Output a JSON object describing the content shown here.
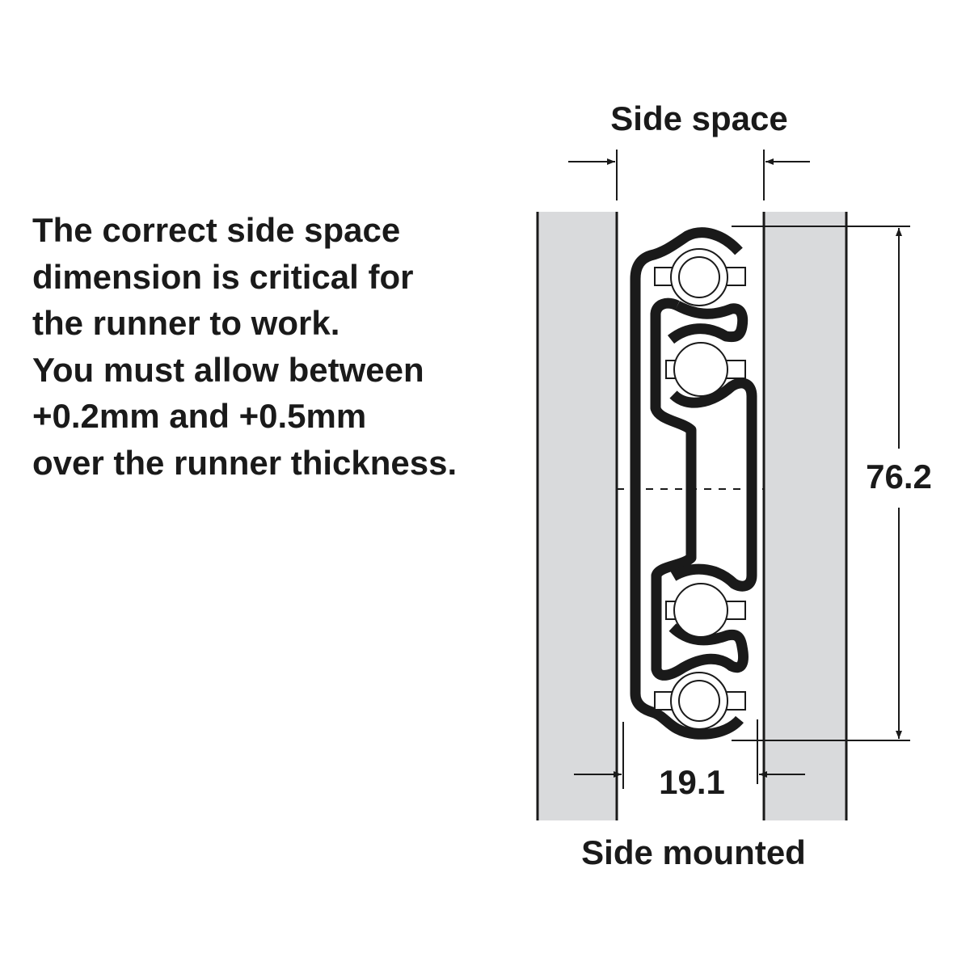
{
  "description_lines": [
    "The correct side space",
    "dimension is critical for",
    "the runner to work.",
    "You must allow between",
    "+0.2mm and +0.5mm",
    "over the runner thickness."
  ],
  "diagram": {
    "top_label": "Side space",
    "height_dimension": "76.2",
    "width_dimension": "19.1",
    "bottom_label": "Side mounted"
  },
  "colors": {
    "panel_fill": "#d9dadc",
    "ink": "#1a1a1a"
  }
}
